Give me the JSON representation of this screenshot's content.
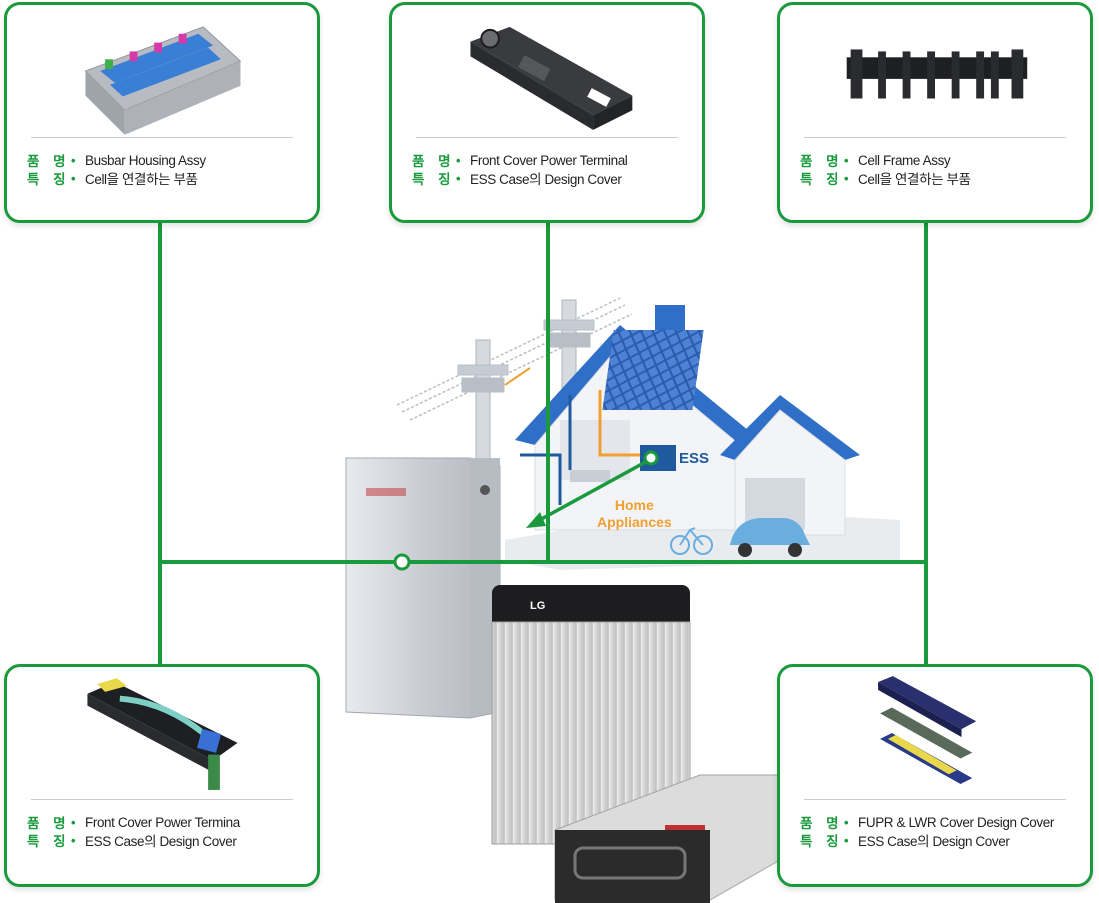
{
  "labels": {
    "name": "품 명",
    "feature": "특 징"
  },
  "cards": [
    {
      "name": "Busbar Housing Assy",
      "feature": "Cell을 연결하는 부품"
    },
    {
      "name": "Front Cover Power Terminal",
      "feature": "ESS Case의 Design Cover"
    },
    {
      "name": "Cell Frame Assy",
      "feature": "Cell을 연결하는 부품"
    },
    {
      "name": "Front Cover Power Termina",
      "feature": "ESS Case의 Design Cover"
    },
    {
      "name": "FUPR & LWR Cover Design Cover",
      "feature": "ESS Case의 Design Cover"
    }
  ],
  "scene": {
    "ess_label": "ESS",
    "home_line1": "Home",
    "home_line2": "Appliances",
    "battery_brand": "LG"
  },
  "colors": {
    "accent": "#1a9a3c",
    "roof": "#2f6fc7",
    "ess": "#1f5a9e",
    "appliance_text": "#f0a030",
    "car": "#6aaee0"
  }
}
